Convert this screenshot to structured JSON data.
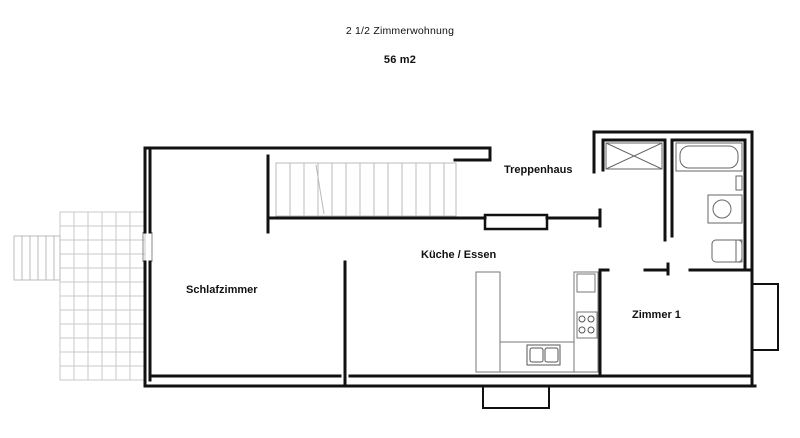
{
  "header": {
    "title": "2 1/2 Zimmerwohnung",
    "area": "56 m2"
  },
  "rooms": {
    "bedroom": "Schlafzimmer",
    "stairwell": "Treppenhaus",
    "kitchen_dining": "Küche / Essen",
    "room1": "Zimmer 1"
  },
  "colors": {
    "wall": "#111111",
    "fixture": "#666666",
    "light": "#bbbbbb"
  }
}
